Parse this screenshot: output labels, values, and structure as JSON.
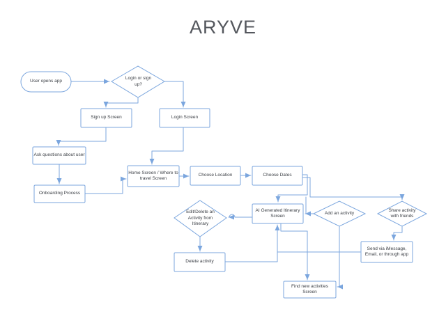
{
  "title": "ARYVE",
  "colors": {
    "stroke": "#7ba6de",
    "node_fill": "#ffffff",
    "node_text": "#3a3e44",
    "title_text": "#54575d"
  },
  "nodes": [
    {
      "name": "user-opens-app",
      "shape": "terminator",
      "lines": [
        "User opens app"
      ]
    },
    {
      "name": "login-or-sign-up",
      "shape": "decision",
      "lines": [
        "Login or sign",
        "up?"
      ]
    },
    {
      "name": "sign-up-screen",
      "shape": "process",
      "lines": [
        "Sign up Screen"
      ]
    },
    {
      "name": "login-screen",
      "shape": "process",
      "lines": [
        "Login Screen"
      ]
    },
    {
      "name": "ask-questions-about-user",
      "shape": "process",
      "lines": [
        "Ask questions about user"
      ]
    },
    {
      "name": "onboarding-process",
      "shape": "process",
      "lines": [
        "Onboarding Process"
      ]
    },
    {
      "name": "home-screen",
      "shape": "process",
      "lines": [
        "Home Screen / Where to",
        "travel Screen"
      ]
    },
    {
      "name": "choose-location",
      "shape": "process",
      "lines": [
        "Choose Location"
      ]
    },
    {
      "name": "choose-dates",
      "shape": "process",
      "lines": [
        "Choose Dates"
      ]
    },
    {
      "name": "ai-generated-itinerary-screen",
      "shape": "process",
      "lines": [
        "AI Generated Itinerary",
        "Screen"
      ]
    },
    {
      "name": "edit-delete-activity",
      "shape": "decision",
      "lines": [
        "Edit/Delete an",
        "Activity from",
        "Itinerary"
      ]
    },
    {
      "name": "delete-activity",
      "shape": "process",
      "lines": [
        "Delete activity"
      ]
    },
    {
      "name": "add-an-activity",
      "shape": "decision",
      "lines": [
        "Add an activity"
      ]
    },
    {
      "name": "share-activity-with-friends",
      "shape": "decision",
      "lines": [
        "Share activity",
        "with friends"
      ]
    },
    {
      "name": "send-via-imessage",
      "shape": "process",
      "lines": [
        "Send via iMessage,",
        "Email, or through app"
      ]
    },
    {
      "name": "find-new-activities-screen",
      "shape": "process",
      "lines": [
        "Find new activities",
        "Screen"
      ]
    }
  ],
  "edges": [
    {
      "from": "user-opens-app",
      "to": "login-or-sign-up"
    },
    {
      "from": "login-or-sign-up",
      "to": "sign-up-screen"
    },
    {
      "from": "login-or-sign-up",
      "to": "login-screen"
    },
    {
      "from": "sign-up-screen",
      "to": "ask-questions-about-user"
    },
    {
      "from": "ask-questions-about-user",
      "to": "onboarding-process"
    },
    {
      "from": "onboarding-process",
      "to": "home-screen"
    },
    {
      "from": "login-screen",
      "to": "home-screen"
    },
    {
      "from": "home-screen",
      "to": "choose-location"
    },
    {
      "from": "choose-location",
      "to": "choose-dates"
    },
    {
      "from": "choose-dates",
      "to": "ai-generated-itinerary-screen"
    },
    {
      "from": "choose-dates",
      "to": "share-activity-with-friends"
    },
    {
      "from": "add-an-activity",
      "to": "ai-generated-itinerary-screen"
    },
    {
      "from": "ai-generated-itinerary-screen",
      "to": "edit-delete-activity"
    },
    {
      "from": "edit-delete-activity",
      "to": "delete-activity"
    },
    {
      "from": "delete-activity",
      "to": "ai-generated-itinerary-screen"
    },
    {
      "from": "delete-activity",
      "to": "send-via-imessage"
    },
    {
      "from": "ai-generated-itinerary-screen",
      "to": "find-new-activities-screen"
    },
    {
      "from": "add-an-activity",
      "to": "find-new-activities-screen"
    },
    {
      "from": "share-activity-with-friends",
      "to": "send-via-imessage"
    }
  ]
}
